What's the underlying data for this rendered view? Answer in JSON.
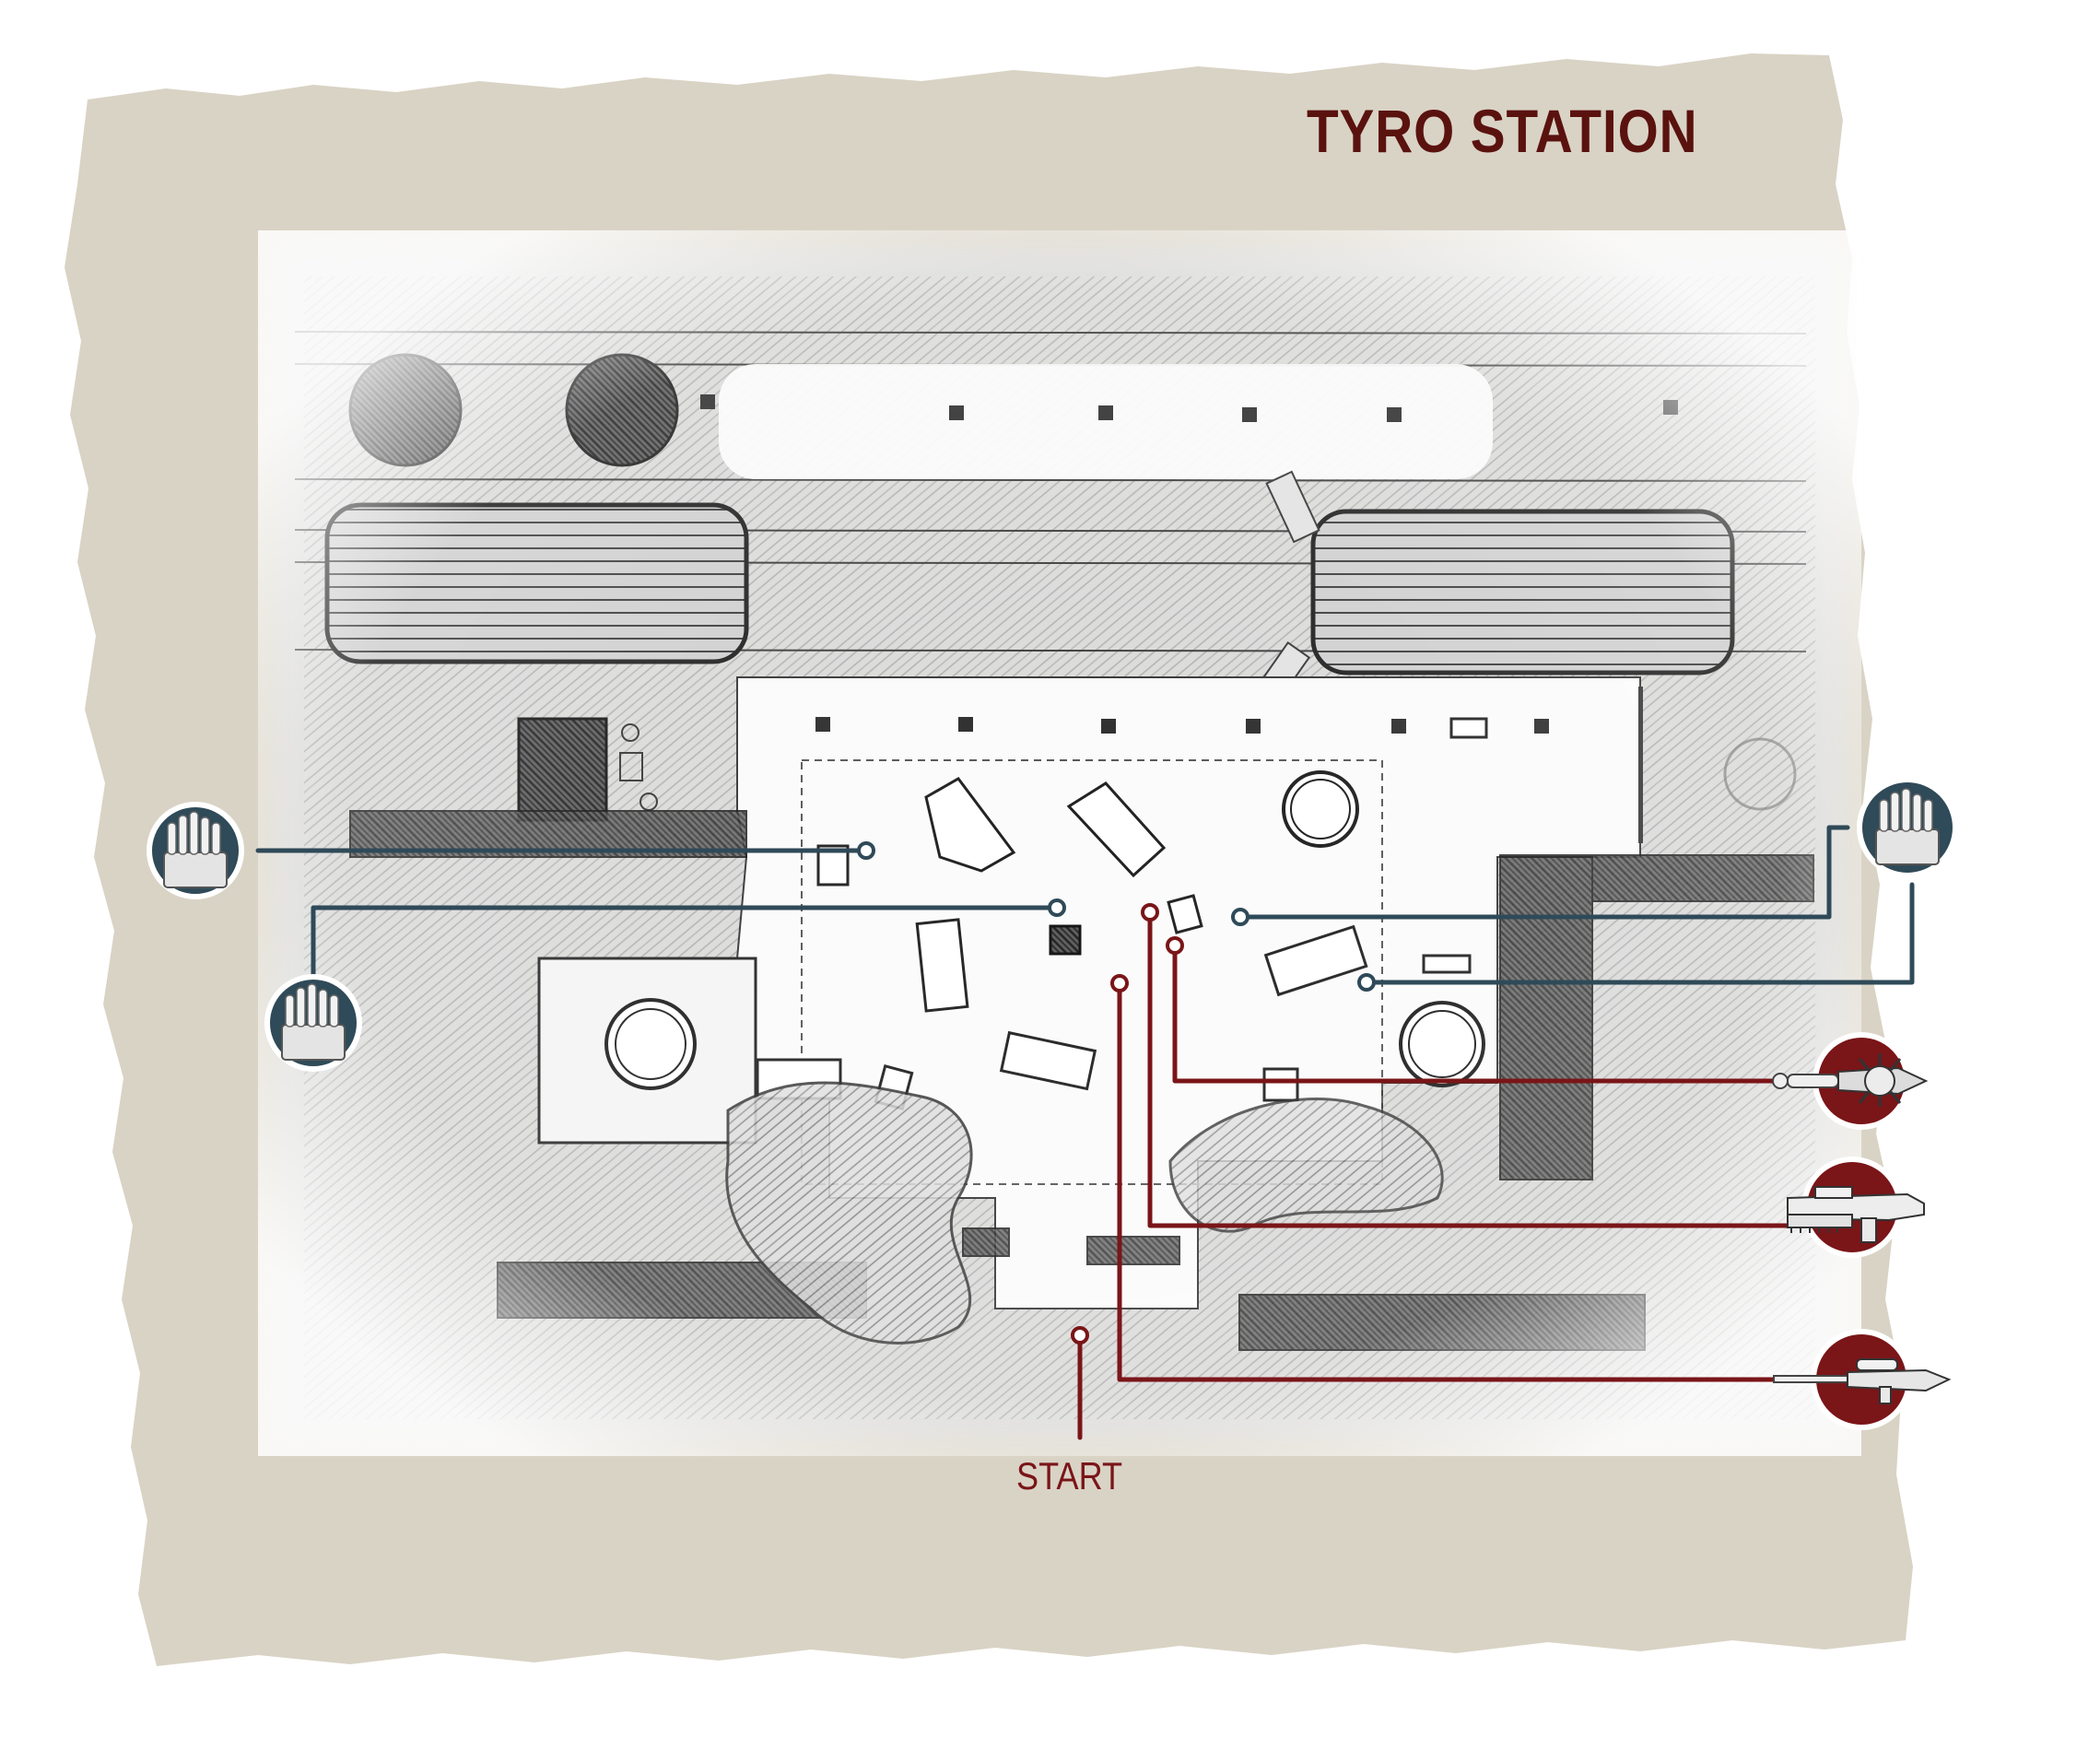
{
  "map": {
    "title": "TYRO STATION",
    "start_label": "START"
  },
  "colors": {
    "parchment": "#d9d3c5",
    "ink": "#2b2b2b",
    "ammo_marker": "#2f4a58",
    "weapon_marker": "#7a1518",
    "title_text": "#5a120f"
  },
  "markers": [
    {
      "name": "ammo-marker-west",
      "kind": "ammo",
      "icon": "ammo-box-icon"
    },
    {
      "name": "ammo-marker-southwest",
      "kind": "ammo",
      "icon": "ammo-box-icon"
    },
    {
      "name": "ammo-marker-east",
      "kind": "ammo",
      "icon": "ammo-box-icon"
    },
    {
      "name": "weapon-marker-1",
      "kind": "weapon",
      "icon": "spiked-launcher-icon"
    },
    {
      "name": "weapon-marker-2",
      "kind": "weapon",
      "icon": "lancer-rifle-icon"
    },
    {
      "name": "weapon-marker-3",
      "kind": "weapon",
      "icon": "sniper-rifle-icon"
    }
  ]
}
